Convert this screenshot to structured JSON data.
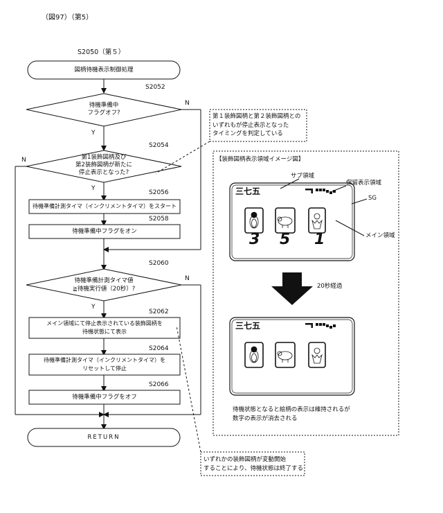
{
  "header": "（図97）（第5）",
  "flow": {
    "title": "S2050（第５）",
    "start": "図柄待機表示制御処理",
    "end": "RETURN",
    "steps": {
      "s2052": {
        "id": "S2052",
        "text": [
          "待機準備",
          "中",
          "フラグオフ?"
        ]
      },
      "s2054": {
        "id": "S2054",
        "text": [
          "第1装飾図柄及び",
          "第2装飾図柄が新たに",
          "停止表示となった?"
        ]
      },
      "s2056": {
        "id": "S2056",
        "text": [
          "待機準備計測タイマ（インクリメントタイマ）をスタート"
        ]
      },
      "s2058": {
        "id": "S2058",
        "text": [
          "待機準備中フラグをオン"
        ]
      },
      "s2060": {
        "id": "S2060",
        "text": [
          "待機準備計測タイマ値",
          "≧待機実行値（20秒）?"
        ]
      },
      "s2062": {
        "id": "S2062",
        "text": [
          "メイン領域にて停止表示されている装飾図柄を",
          "待機状態にて表示"
        ]
      },
      "s2064": {
        "id": "S2064",
        "text": [
          "待機準備計測タイマ（インクリメントタイマ）を",
          "リセットして停止"
        ]
      },
      "s2066": {
        "id": "S2066",
        "text": [
          "待機準備中フラグをオフ"
        ]
      }
    },
    "yes": "Y",
    "no": "N"
  },
  "notes": {
    "top": [
      "第１装飾図柄と第２装飾図柄との",
      "いずれもが停止表示となった",
      "タイミングを判定している"
    ],
    "bottom": [
      "いずれかの装飾図柄が変動開始",
      "することにより、待機状態は終了する"
    ]
  },
  "image_panel": {
    "title": "【装飾図柄表示領域イメージ図】",
    "labels": {
      "sub": "サブ領域",
      "hold": "保留表示領域",
      "sg": "SG",
      "main": "メイン領域",
      "elapsed": "20秒経過"
    },
    "sub_text": "三七五",
    "digits": [
      "3",
      "5",
      "1"
    ],
    "footer": [
      "待機状態となると絵柄の表示は維持されるが",
      "数字の表示が消去される"
    ]
  }
}
